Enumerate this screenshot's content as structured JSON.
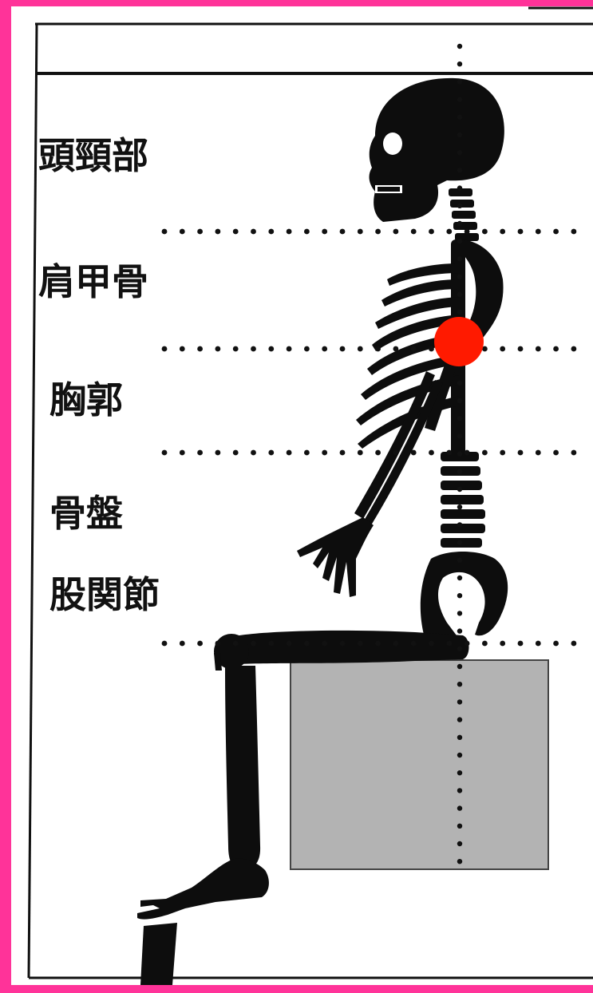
{
  "diagram": {
    "labels": {
      "head_neck": "頭頸部",
      "scapula": "肩甲骨",
      "thorax": "胸郭",
      "pelvis": "骨盤",
      "hip_joint": "股関節"
    },
    "colors": {
      "border": "#ff3399",
      "panel": "#ffffff",
      "skeleton": "#0d0d0d",
      "marker": "#ff1a00",
      "seat": "#b3b3b3",
      "guide_dots": "#111111"
    },
    "icons": {
      "figure": "seated-skeleton-side-view",
      "marker": "red-dot",
      "seat": "chair-seat-box"
    }
  }
}
